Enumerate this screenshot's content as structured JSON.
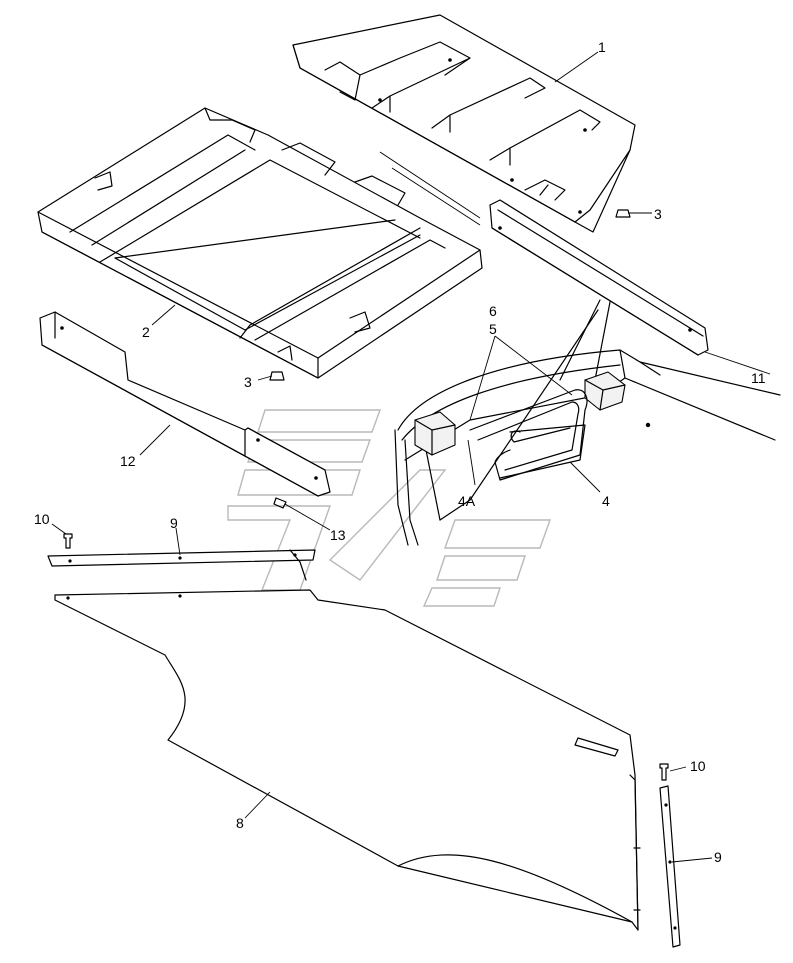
{
  "callouts": [
    {
      "id": "c1",
      "label": "1"
    },
    {
      "id": "c2",
      "label": "2"
    },
    {
      "id": "c3a",
      "label": "3"
    },
    {
      "id": "c3b",
      "label": "3"
    },
    {
      "id": "c4",
      "label": "4"
    },
    {
      "id": "c4a",
      "label": "4A"
    },
    {
      "id": "c5",
      "label": "5"
    },
    {
      "id": "c6",
      "label": "6"
    },
    {
      "id": "c8",
      "label": "8"
    },
    {
      "id": "c9a",
      "label": "9"
    },
    {
      "id": "c9b",
      "label": "9"
    },
    {
      "id": "c10a",
      "label": "10"
    },
    {
      "id": "c10b",
      "label": "10"
    },
    {
      "id": "c11",
      "label": "11"
    },
    {
      "id": "c12",
      "label": "12"
    },
    {
      "id": "c13",
      "label": "13"
    }
  ],
  "colors": {
    "line": "#000000",
    "watermark": "#b9b9b9",
    "background": "#ffffff"
  }
}
